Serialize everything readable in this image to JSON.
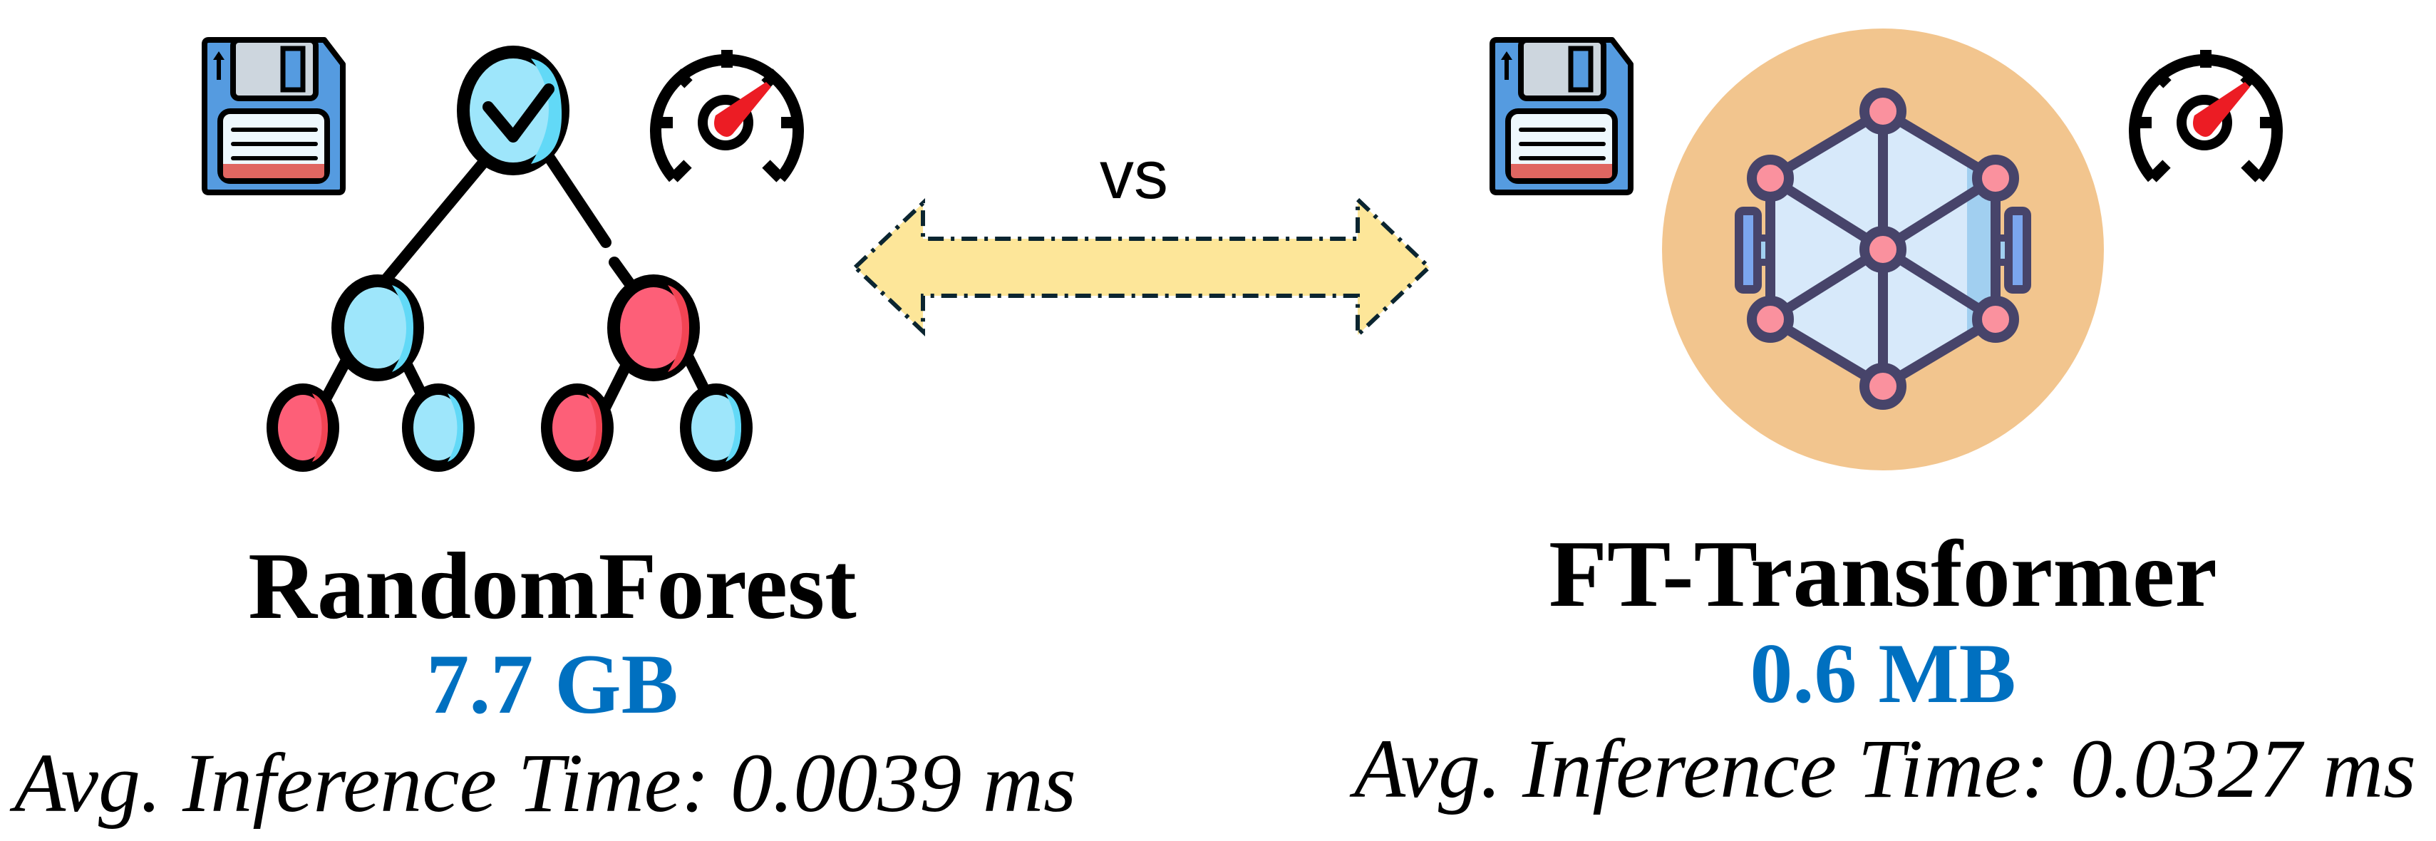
{
  "comparison": {
    "separator_label": "vs",
    "arrow_fill": "#FDE699",
    "arrow_stroke": "#0B2530"
  },
  "models": [
    {
      "name": "RandomForest",
      "model_size": "7.7 GB",
      "inference_time_text": "Avg. Inference Time: 0.0039 ms",
      "icon": "decision-tree-icon",
      "storage_icon": "floppy-disk-icon",
      "speed_icon": "speedometer-icon"
    },
    {
      "name": "FT-Transformer",
      "model_size": "0.6 MB",
      "inference_time_text": "Avg. Inference Time: 0.0327 ms",
      "icon": "neural-network-icon",
      "storage_icon": "floppy-disk-icon",
      "speed_icon": "speedometer-icon"
    }
  ],
  "colors": {
    "size_text": "#0070C0",
    "title_text": "#000000",
    "transformer_bg": "#F2C58E",
    "node_blue": "#9EE6FB",
    "node_blue_shade": "#62D9F7",
    "node_red": "#FD5F78",
    "node_red_shade": "#F24454",
    "gauge_needle": "#EC1C24"
  }
}
